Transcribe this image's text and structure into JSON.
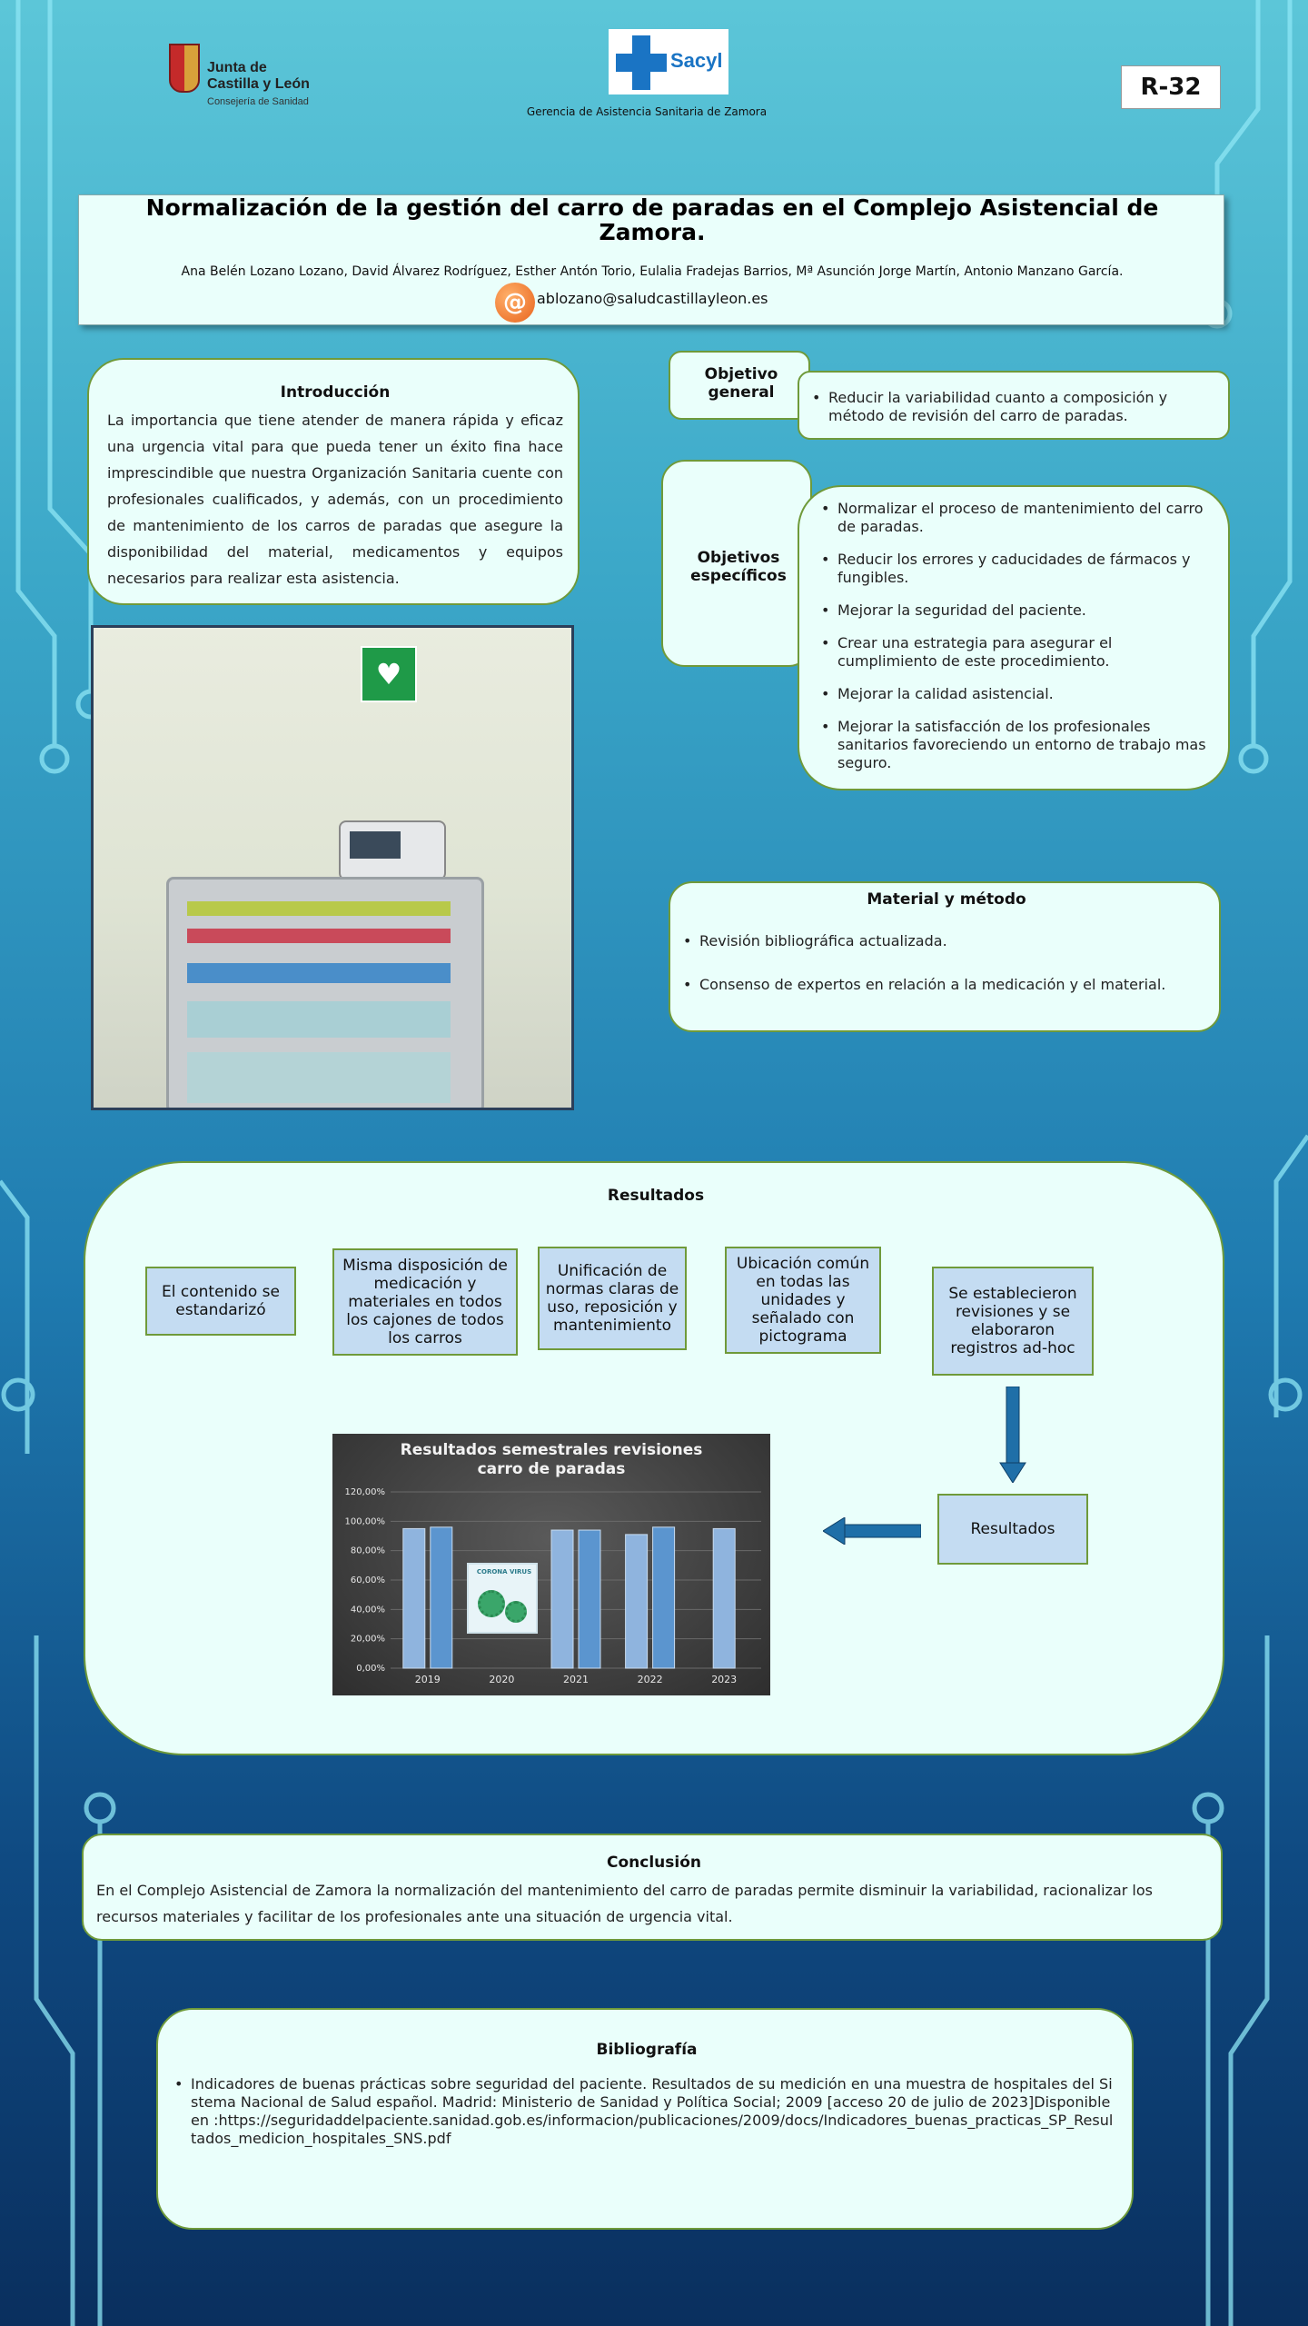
{
  "header": {
    "logo_left_line1": "Junta de",
    "logo_left_line2": "Castilla y León",
    "logo_left_line3": "Consejería de Sanidad",
    "logo_center": "Sacyl",
    "subtitle": "Gerencia de Asistencia Sanitaria de Zamora",
    "code": "R-32"
  },
  "title": {
    "text": "Normalización de la gestión del carro de paradas en el Complejo Asistencial de Zamora.",
    "authors": "Ana Belén Lozano Lozano, David Álvarez Rodríguez, Esther Antón Torio, Eulalia  Fradejas Barrios, Mª Asunción Jorge Martín, Antonio Manzano García.",
    "email": "ablozano@saludcastillayleon.es",
    "email_icon": "@"
  },
  "introduccion": {
    "title": "Introducción",
    "body": "La importancia que tiene atender de manera rápida y eficaz una urgencia vital para que pueda tener un éxito fina hace imprescindible que nuestra Organización Sanitaria cuente con profesionales cualificados, y además, con un procedimiento de mantenimiento de los carros de paradas que asegure la disponibilidad del material, medicamentos y equipos necesarios para realizar esta asistencia."
  },
  "objetivo_general": {
    "label": "Objetivo general",
    "items": [
      "Reducir la variabilidad cuanto a composición y método de revisión del carro de paradas."
    ]
  },
  "objetivos_especificos": {
    "label": "Objetivos específicos",
    "items": [
      "Normalizar el proceso de mantenimiento del carro de paradas.",
      "Reducir los errores y caducidades de fármacos y fungibles.",
      "Mejorar la seguridad del paciente.",
      "Crear una estrategia para asegurar el cumplimiento de este procedimiento.",
      "Mejorar la calidad asistencial.",
      "Mejorar la satisfacción de los profesionales sanitarios favoreciendo un entorno de trabajo mas seguro."
    ]
  },
  "material": {
    "title": "Material y método",
    "items": [
      "Revisión bibliográfica actualizada.",
      "Consenso de expertos en relación a la medicación y  el material."
    ]
  },
  "resultados": {
    "title": "Resultados",
    "boxes": [
      "El contenido se estandarizó",
      "Misma disposición de medicación y materiales en todos los cajones de todos los carros",
      "Unificación de normas claras de uso, reposición y mantenimiento",
      "Ubicación común en todas las unidades y señalado con pictograma",
      "Se establecieron revisiones y se elaboraron registros ad-hoc",
      "Resultados"
    ],
    "covid_label": "CORONA VIRUS"
  },
  "chart_data": {
    "type": "bar",
    "title": "Resultados  semestrales  revisiones carro de paradas",
    "categories": [
      "2019",
      "2020",
      "2021",
      "2022",
      "2023"
    ],
    "series": [
      {
        "values": [
          95,
          null,
          94,
          91,
          95
        ]
      },
      {
        "values": [
          96,
          null,
          94,
          96,
          null
        ]
      }
    ],
    "yticks": [
      "0,00%",
      "20,00%",
      "40,00%",
      "60,00%",
      "80,00%",
      "100,00%",
      "120,00%"
    ],
    "ylim": [
      0,
      120
    ],
    "grid": true
  },
  "conclusion": {
    "title": "Conclusión",
    "body": "En el Complejo Asistencial de Zamora la normalización del mantenimiento del carro de paradas permite disminuir la variabilidad, racionalizar los recursos materiales y facilitar de los profesionales ante una situación de urgencia vital."
  },
  "bibliografia": {
    "title": "Bibliografía",
    "items": [
      "Indicadores de buenas prácticas sobre seguridad del paciente. Resultados de su medición en una muestra de hospitales del Sistema Nacional de Salud español. Madrid: Ministerio de Sanidad y Política Social; 2009 [acceso 20 de julio de 2023]Disponible en :https://seguridaddelpaciente.sanidad.gob.es/informacion/publicaciones/2009/docs/Indicadores_buenas_practicas_SP_Resultados_medicion_hospitales_SNS.pdf"
    ]
  },
  "colors": {
    "panel_bg": "#eafffb",
    "panel_border": "#6f9a3a",
    "box_fill": "#c4dcf2",
    "arrow": "#1f6fa8"
  }
}
